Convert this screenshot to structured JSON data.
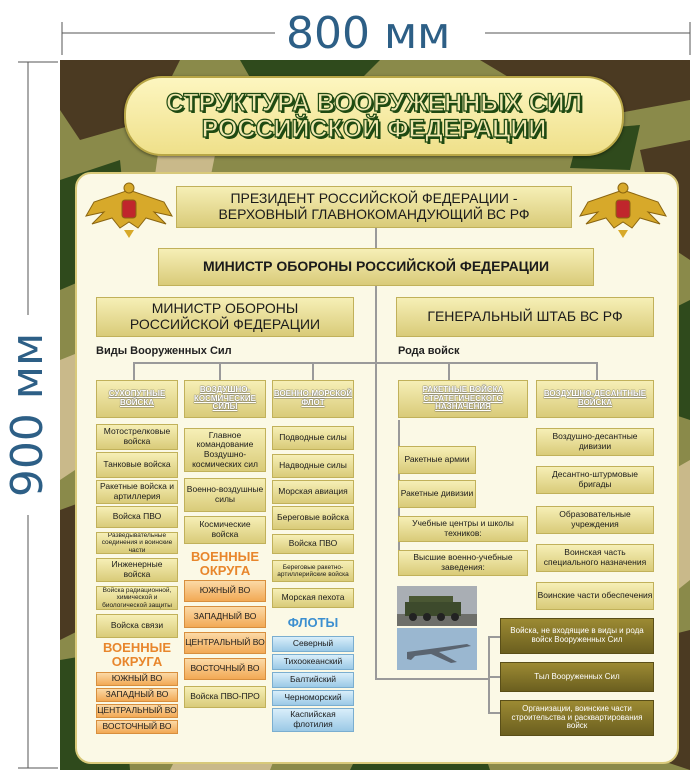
{
  "dimensions": {
    "width": "800 мм",
    "height": "900 мм"
  },
  "title": {
    "line1": "СТРУКТУРА ВООРУЖЕННЫХ СИЛ",
    "line2": "РОССИЙСКОЙ ФЕДЕРАЦИИ"
  },
  "president": {
    "line1": "ПРЕЗИДЕНТ РОССИЙСКОЙ ФЕДЕРАЦИИ -",
    "line2": "ВЕРХОВНЫЙ ГЛАВНОКОМАНДУЮЩИЙ ВС РФ"
  },
  "minister": "МИНИСТР ОБОРОНЫ РОССИЙСКОЙ ФЕДЕРАЦИИ",
  "minister_left": {
    "line1": "МИНИСТР ОБОРОНЫ",
    "line2": "РОССИЙСКОЙ ФЕДЕРАЦИИ"
  },
  "general_staff": "ГЕНЕРАЛЬНЫЙ ШТАБ ВС РФ",
  "labels": {
    "vidy": "Виды Вооруженных Сил",
    "roda": "Рода войск"
  },
  "col_land": {
    "header": "СУХОПУТНЫЕ ВОЙСКА",
    "items": [
      "Мотострелковые войска",
      "Танковые войска",
      "Ракетные войска и артиллерия",
      "Войска ПВО",
      "Разведывательные соединения и воинские части",
      "Инженерные войска",
      "Войска радиационной, химической и биологической защиты",
      "Войска связи"
    ],
    "districts_title": {
      "line1": "ВОЕННЫЕ",
      "line2": "ОКРУГА"
    },
    "districts": [
      "ЮЖНЫЙ ВО",
      "ЗАПАДНЫЙ ВО",
      "ЦЕНТРАЛЬНЫЙ ВО",
      "ВОСТОЧНЫЙ ВО"
    ]
  },
  "col_aero": {
    "header": "ВОЗДУШНО-КОСМИЧЕСКИЕ СИЛЫ",
    "items": [
      "Главное командование Воздушно-космических сил",
      "Военно-воздушные силы",
      "Космические войска"
    ],
    "districts_title": {
      "line1": "ВОЕННЫЕ",
      "line2": "ОКРУГА"
    },
    "districts": [
      "ЮЖНЫЙ ВО",
      "ЗАПАДНЫЙ ВО",
      "ЦЕНТРАЛЬНЫЙ ВО",
      "ВОСТОЧНЫЙ ВО"
    ],
    "last": "Войска ПВО-ПРО"
  },
  "col_navy": {
    "header": "ВОЕННО-МОРСКОЙ ФЛОТ",
    "items": [
      "Подводные силы",
      "Надводные силы",
      "Морская авиация",
      "Береговые войска",
      "Войска ПВО",
      "Береговые ракетно-артиллерийские войска",
      "Морская пехота"
    ],
    "fleets_title": "ФЛОТЫ",
    "fleets": [
      "Северный",
      "Тихоокеанский",
      "Балтийский",
      "Черноморский",
      "Каспийская флотилия"
    ]
  },
  "col_missile": {
    "header": "РАКЕТНЫЕ ВОЙСКА СТРАТЕГИЧЕСКОГО НАЗНАЧЕНИЯ",
    "items": [
      "Ракетные армии",
      "Ракетные дивизии",
      "Учебные центры и школы техников:",
      "Высшие военно-учебные заведения:"
    ]
  },
  "col_airborne": {
    "header": "ВОЗДУШНО-ДЕСАНТНЫЕ ВОЙСКА",
    "items": [
      "Воздушно-десантные дивизии",
      "Десантно-штурмовые бригады",
      "Образовательные учреждения",
      "Воинская часть специального назначения",
      "Воинские части обеспечения"
    ]
  },
  "bottom_right": [
    "Войска, не входящие в виды и рода войск Вооруженных Сил",
    "Тыл Вооруженных Сил",
    "Организации, воинские части строительства и расквартирования войск"
  ],
  "colors": {
    "accent": "#2d5f86",
    "panel": "#fbf9e6",
    "box": "#e8dc95",
    "orange": "#f2a955",
    "blue": "#9bc9e6"
  }
}
